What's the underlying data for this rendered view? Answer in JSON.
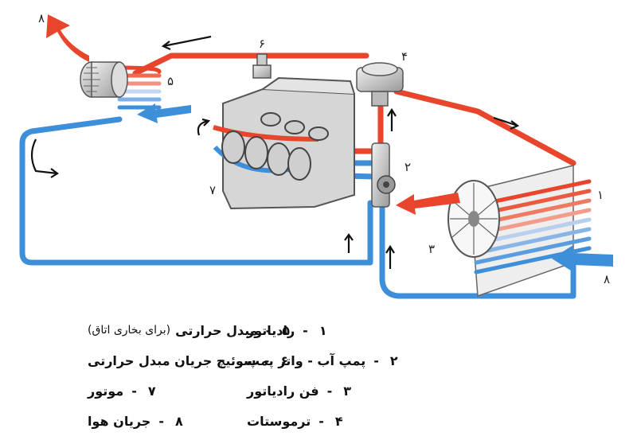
{
  "labels": {
    "radiator": "۱",
    "water_pump": "۲",
    "fan": "۳",
    "thermostat": "۴",
    "heater_core": "۵",
    "heater_switch": "۶",
    "engine": "۷",
    "airflow_in": "۸",
    "airflow_out": "۸"
  },
  "legend_right": [
    {
      "num": "۱",
      "text": "رادیاتور"
    },
    {
      "num": "۲",
      "text": "پمپ آب - واتر پمپ"
    },
    {
      "num": "۳",
      "text": "فن رادیاتور"
    },
    {
      "num": "۴",
      "text": "ترموستات"
    }
  ],
  "legend_left": [
    {
      "num": "۵",
      "text": "مبدل حرارتی",
      "note": "(برای بخاری اتاق)"
    },
    {
      "num": "۶",
      "text": "سوئیچ جریان مبدل حرارتی"
    },
    {
      "num": "۷",
      "text": "موتور"
    },
    {
      "num": "۸",
      "text": "جریان هوا"
    }
  ],
  "colors": {
    "hot": "#e8452c",
    "cold": "#3d8fd9",
    "engine": "#c9c9c9"
  }
}
